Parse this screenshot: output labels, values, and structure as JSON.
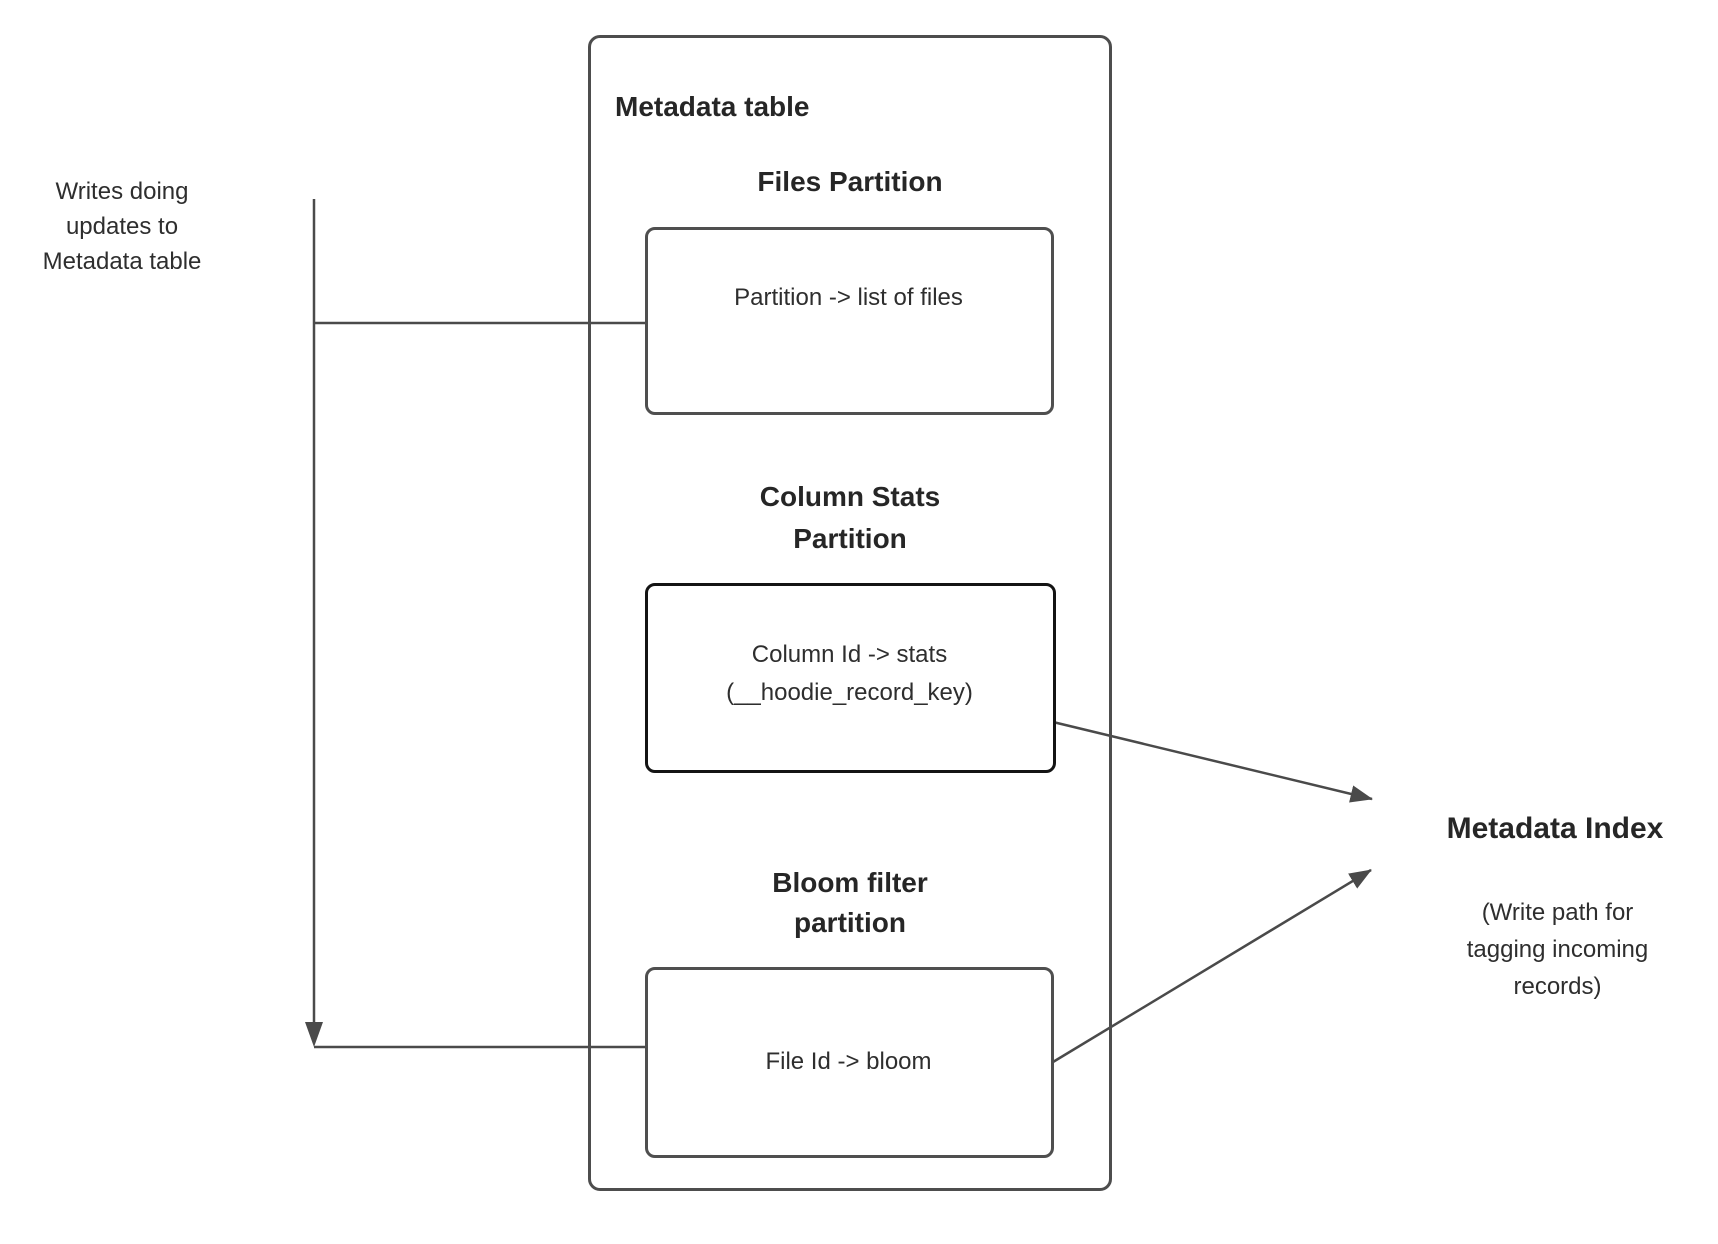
{
  "colors": {
    "line": "#4a4a4a",
    "box_border": "#4f4f4f",
    "stats_box_border": "#141414",
    "text": "#262626",
    "background": "#ffffff"
  },
  "left_label": {
    "text": "Writes doing\nupdates to\nMetadata table"
  },
  "metadata_table": {
    "title": "Metadata table",
    "files_partition": {
      "heading": "Files Partition",
      "box_text": "Partition -> list of files"
    },
    "column_stats_partition": {
      "heading": "Column Stats\nPartition",
      "box_text": "Column Id  -> stats\n(__hoodie_record_key)"
    },
    "bloom_filter_partition": {
      "heading": "Bloom filter\npartition",
      "box_text": "File Id -> bloom"
    }
  },
  "metadata_index": {
    "title": "Metadata Index",
    "subtitle": "(Write path for\ntagging incoming\nrecords)"
  }
}
